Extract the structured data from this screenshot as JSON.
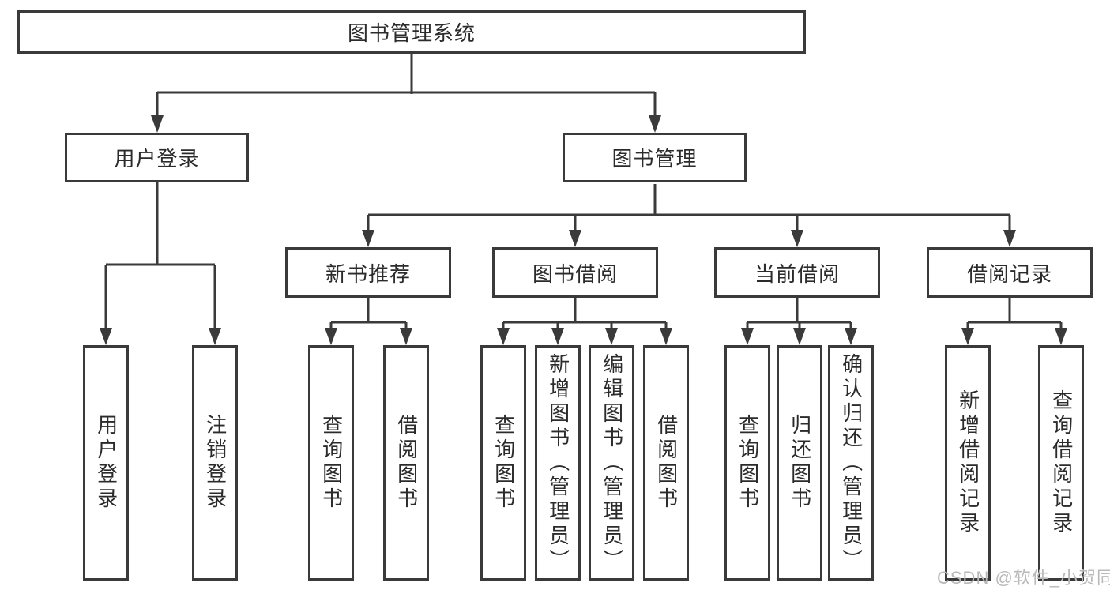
{
  "nodes": {
    "root": "图书管理系统",
    "level2": {
      "user_login": "用户登录",
      "book_management": "图书管理"
    },
    "level3": {
      "new_book_recommend": "新书推荐",
      "book_borrowing": "图书借阅",
      "current_borrowing": "当前借阅",
      "borrowing_records": "借阅记录"
    },
    "level4": {
      "user_login": [
        "用户登录",
        "注销登录"
      ],
      "new_book_recommend": [
        "查询图书",
        "借阅图书"
      ],
      "book_borrowing": [
        "查询图书",
        "新增图书（管理员）",
        "编辑图书（管理员）",
        "借阅图书"
      ],
      "current_borrowing": [
        "查询图书",
        "归还图书",
        "确认归还（管理员）"
      ],
      "borrowing_records": [
        "新增借阅记录",
        "查询借阅记录"
      ]
    }
  },
  "watermark": "CSDN @软件_小贺同学",
  "colors": {
    "line": "#3a3a3a",
    "text": "#2b2b2b",
    "background": "#ffffff",
    "watermark": "#b9b9b9"
  }
}
